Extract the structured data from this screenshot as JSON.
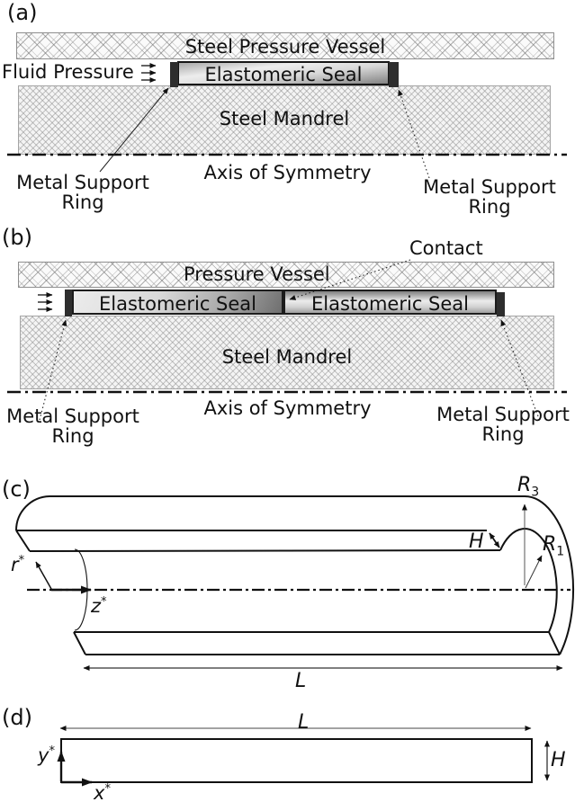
{
  "panel_a": {
    "tag": "(a)",
    "vessel_label": "Steel Pressure Vessel",
    "fluid_pressure_label": "Fluid Pressure",
    "seal_label": "Elastomeric Seal",
    "mandrel_label": "Steel Mandrel",
    "axis_label": "Axis of Symmetry",
    "support_left_line1": "Metal Support",
    "support_left_line2": "Ring",
    "support_right_line1": "Metal Support",
    "support_right_line2": "Ring"
  },
  "panel_b": {
    "tag": "(b)",
    "contact_label": "Contact",
    "vessel_label": "Pressure Vessel",
    "seal_left_label": "Elastomeric Seal",
    "seal_right_label": "Elastomeric Seal",
    "mandrel_label": "Steel Mandrel",
    "axis_label": "Axis of Symmetry",
    "support_left_line1": "Metal Support",
    "support_left_line2": "Ring",
    "support_right_line1": "Metal Support",
    "support_right_line2": "Ring"
  },
  "panel_c": {
    "tag": "(c)",
    "radius_outer": {
      "base": "R",
      "sub": "3"
    },
    "radius_inner": {
      "base": "R",
      "sub": "1"
    },
    "thickness_label": "H",
    "radial_axis": {
      "base": "r",
      "sup": "*"
    },
    "longitudinal_axis": {
      "base": "z",
      "sup": "*"
    },
    "length_label": "L"
  },
  "panel_d": {
    "tag": "(d)",
    "length_label": "L",
    "height_label": "H",
    "vertical_axis": {
      "base": "y",
      "sup": "*"
    },
    "horizontal_axis": {
      "base": "x",
      "sup": "*"
    }
  },
  "colors": {
    "ink": "#111111",
    "support_ring": "#2e2e2e",
    "hatch_line": "#9a9a9a",
    "seal_dark": "#7d7d7d",
    "seal_light": "#eeeeee"
  }
}
